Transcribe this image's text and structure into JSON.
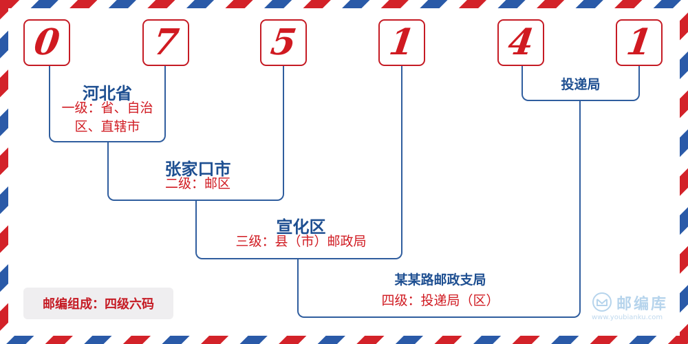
{
  "digits": [
    "0",
    "7",
    "5",
    "1",
    "4",
    "1"
  ],
  "levels": [
    {
      "title": "河北省",
      "subtitle": "一级：省、自治区、直辖市"
    },
    {
      "title": "张家口市",
      "subtitle": "二级：邮区"
    },
    {
      "title": "宣化区",
      "subtitle": "三级：县（市）邮政局"
    },
    {
      "title": "某某路邮政支局",
      "subtitle": "四级：投递局（区）"
    }
  ],
  "delivery": {
    "title": "投递局"
  },
  "composition_label": "邮编组成：四级六码",
  "brand": {
    "name": "邮编库",
    "url": "www.youbianku.com",
    "icon": "envelope-circle-icon"
  },
  "colors": {
    "stripe_red": "#d32229",
    "stripe_blue": "#2a5aa8",
    "box_red": "#c51b24",
    "line_blue": "#2f5d9e"
  }
}
